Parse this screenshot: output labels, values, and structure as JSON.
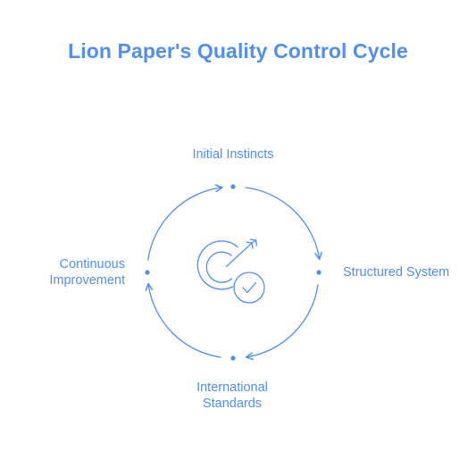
{
  "title": "Lion Paper's Quality Control Cycle",
  "nodes": {
    "top": {
      "label": "Initial Instincts"
    },
    "right": {
      "label": "Structured System"
    },
    "bottom": {
      "line1": "International",
      "line2": "Standards"
    },
    "left": {
      "line1": "Continuous",
      "line2": "Improvement"
    }
  },
  "center_icon": "target-check-icon",
  "colors": {
    "accent": "#4f8ff0",
    "background": "#ffffff"
  }
}
